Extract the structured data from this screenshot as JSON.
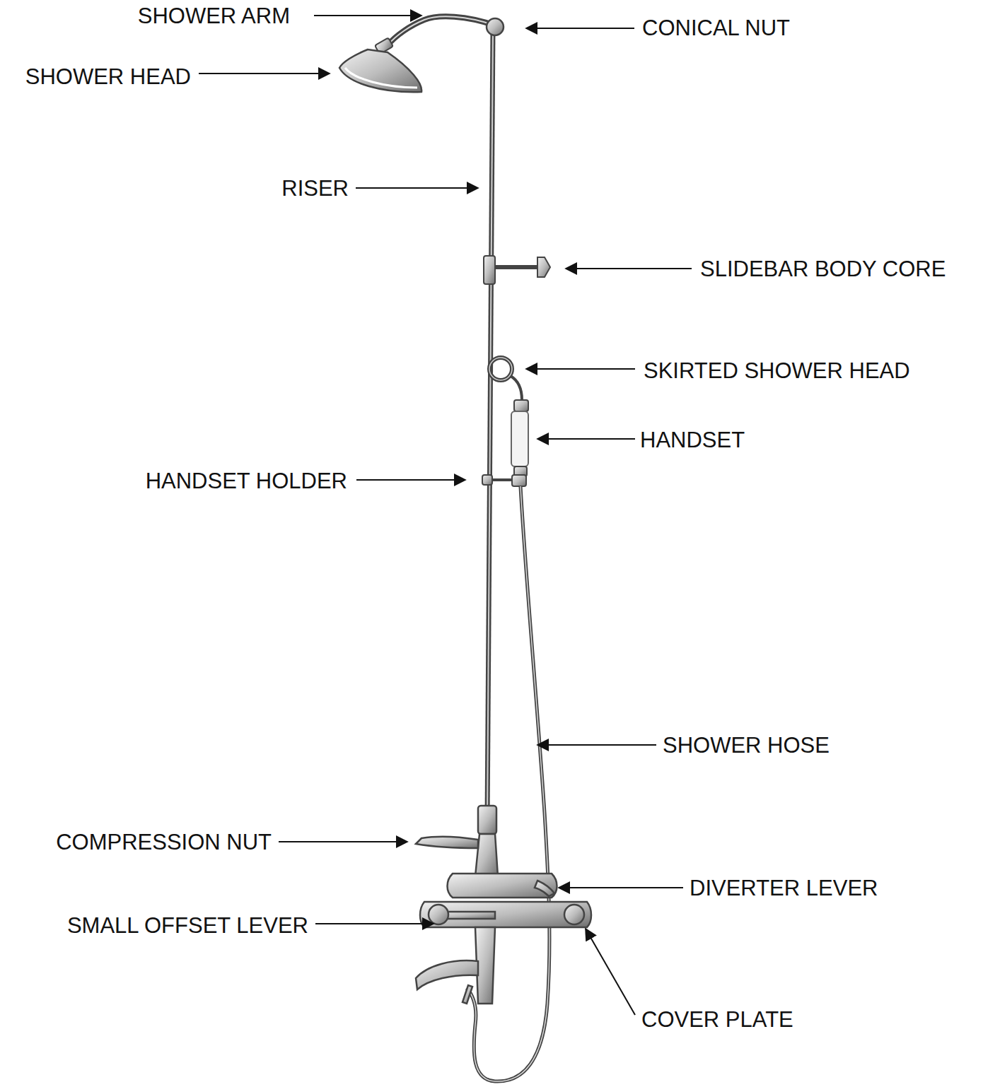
{
  "diagram": {
    "labels": [
      "SHOWER ARM",
      "CONICAL NUT",
      "SHOWER HEAD",
      "RISER",
      "SLIDEBAR BODY CORE",
      "SKIRTED SHOWER HEAD",
      "HANDSET",
      "HANDSET HOLDER",
      "SHOWER HOSE",
      "COMPRESSION NUT",
      "DIVERTER LEVER",
      "SMALL OFFSET LEVER",
      "COVER PLATE"
    ]
  }
}
